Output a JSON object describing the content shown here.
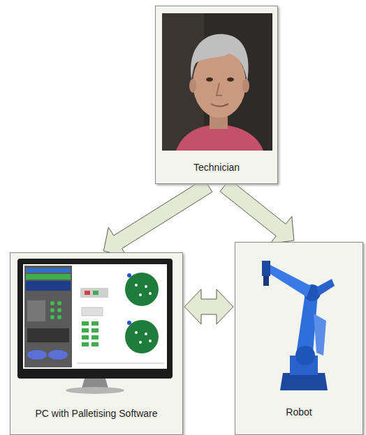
{
  "diagram": {
    "nodes": [
      {
        "text": [
          "Technician"
        ]
      },
      {
        "text": [
          "PC with Palletising Software"
        ]
      },
      {
        "text": [
          "Robot"
        ]
      }
    ],
    "edges": [
      {
        "from": 0,
        "to": 1,
        "arrow": "to"
      },
      {
        "from": 0,
        "to": 2,
        "arrow": "to"
      },
      {
        "from": 1,
        "to": 2,
        "arrow": "both"
      }
    ]
  }
}
